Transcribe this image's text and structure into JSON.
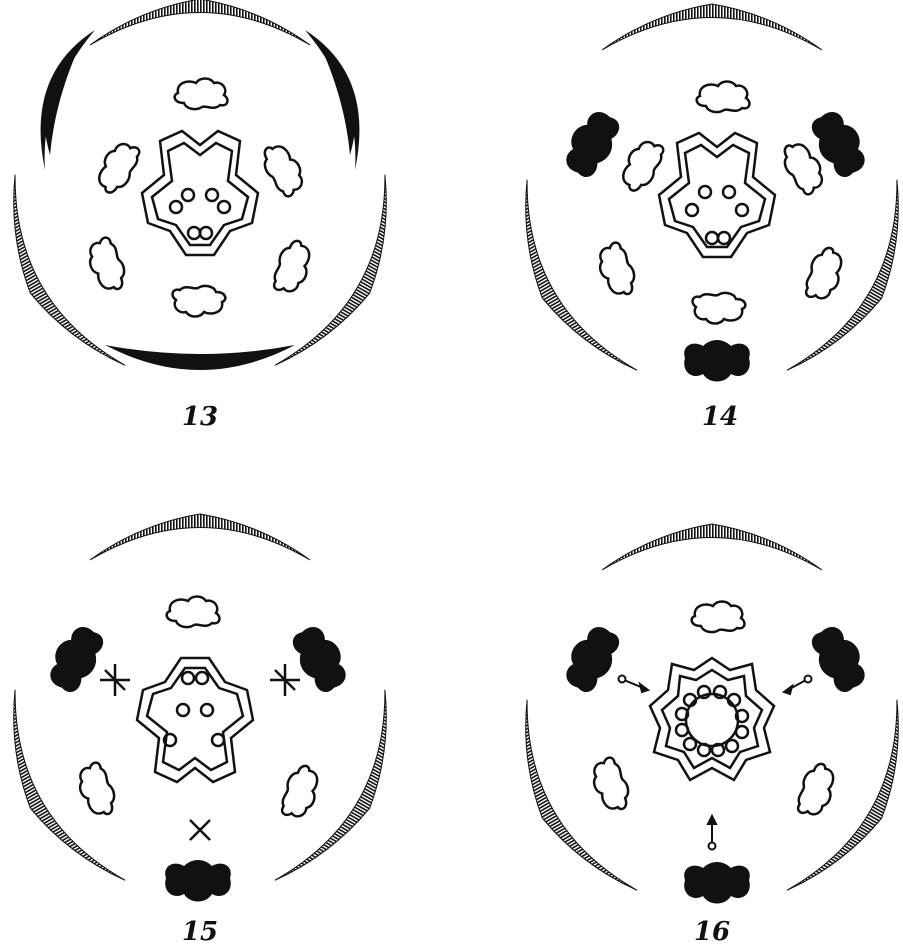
{
  "diagrams": [
    {
      "label": "13",
      "variant": "plain-sepals-and-petals"
    },
    {
      "label": "14",
      "variant": "black-stamens"
    },
    {
      "label": "15",
      "variant": "crossed-stamens"
    },
    {
      "label": "16",
      "variant": "arrow-stamens-hexagonal-ovary"
    }
  ],
  "colors": {
    "ink": "#111111",
    "background": "#ffffff"
  }
}
